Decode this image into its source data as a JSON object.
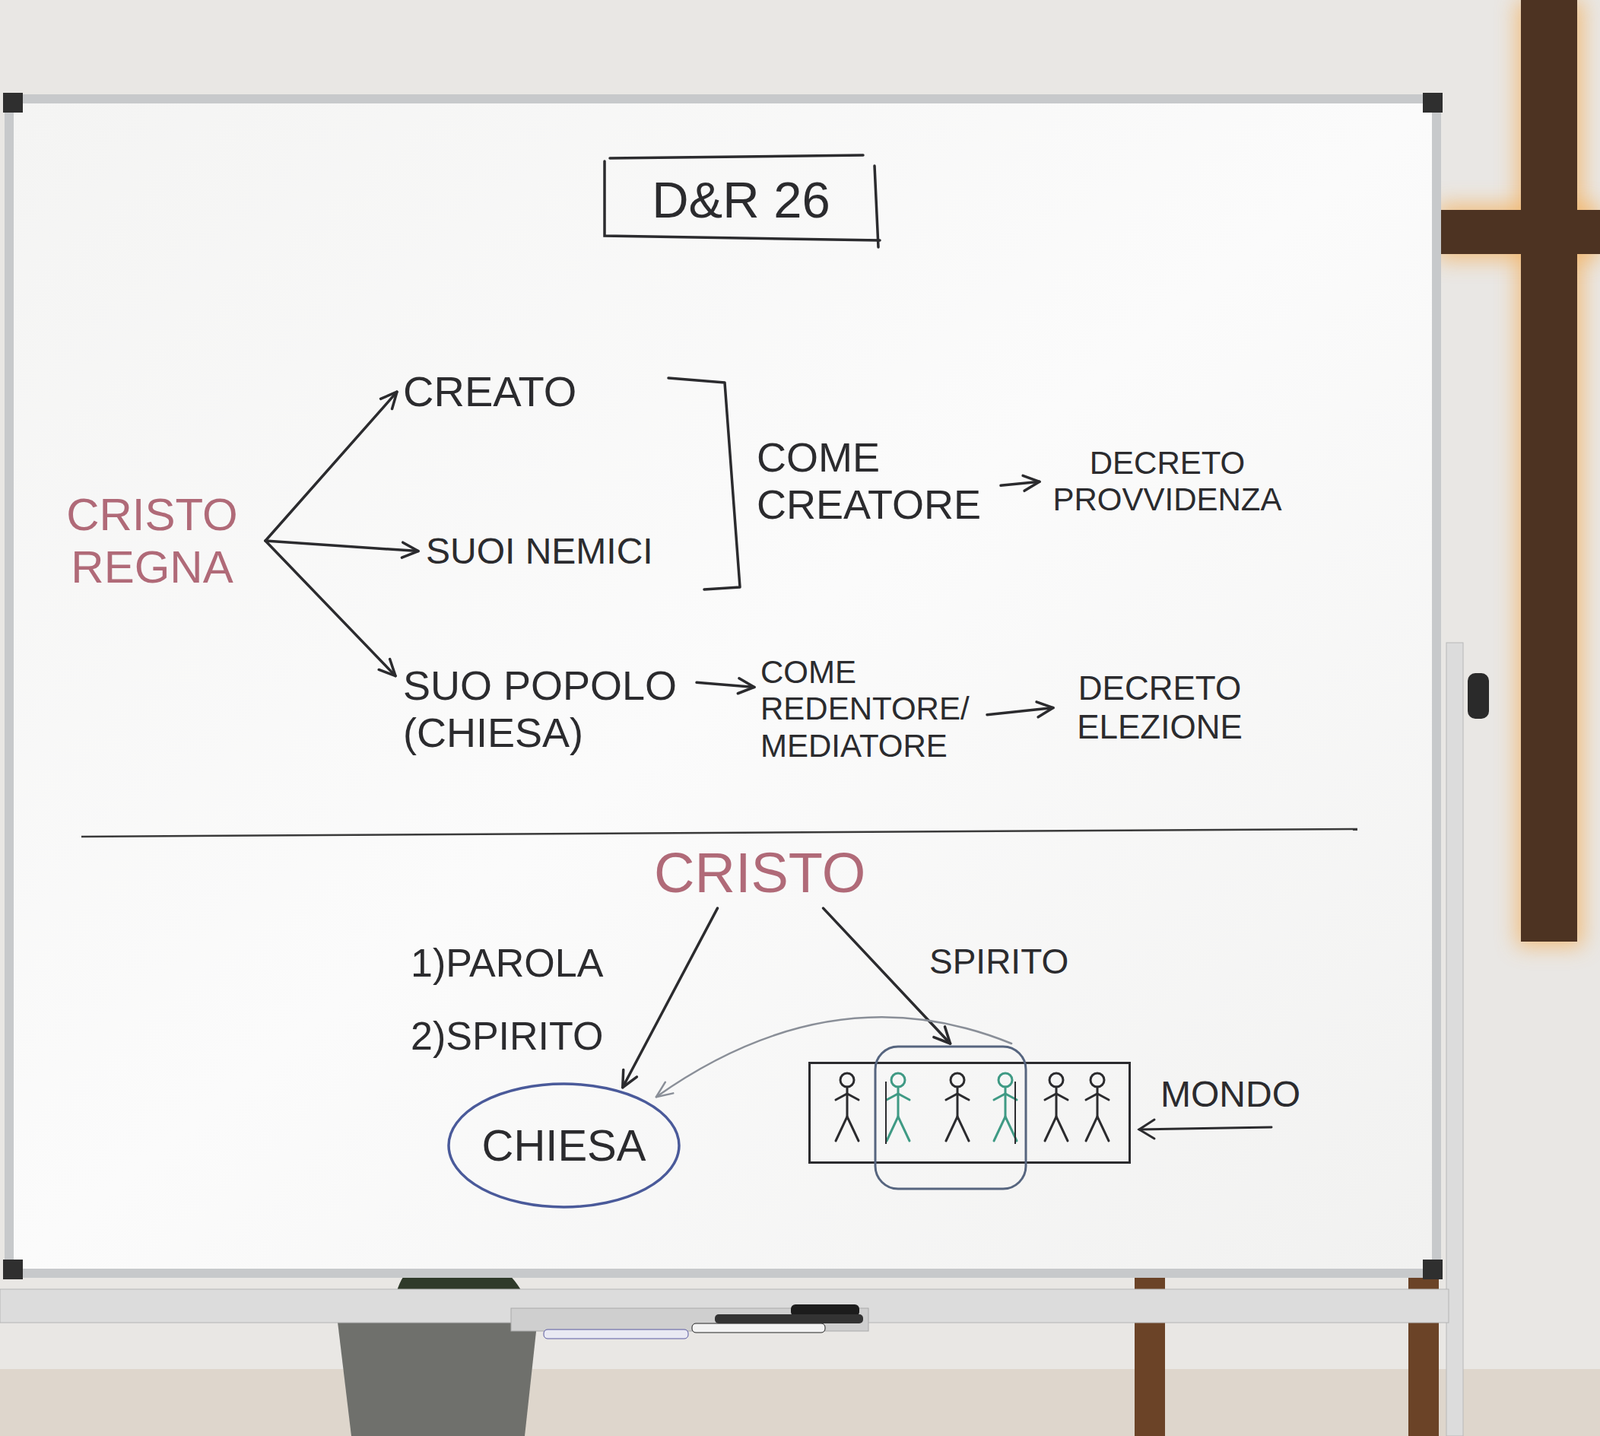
{
  "diagram": {
    "title": "D&R 26",
    "nodes": [
      {
        "text": [
          "CRISTO REGNA"
        ]
      },
      {
        "text": [
          "CREATO"
        ]
      },
      {
        "text": [
          "SUOI NEMICI"
        ]
      },
      {
        "text": [
          "SUO POPOLO (CHIESA)"
        ]
      },
      {
        "text": [
          "COME CREATORE"
        ]
      },
      {
        "text": [
          "DECRETO PROVVIDENZA"
        ]
      },
      {
        "text": [
          "COME REDENTORE/ MEDIATORE"
        ]
      },
      {
        "text": [
          "DECRETO ELEZIONE"
        ]
      },
      {
        "text": [
          "CRISTO"
        ]
      },
      {
        "text": [
          "CHIESA"
        ]
      },
      {
        "text": [
          "MONDO"
        ]
      }
    ],
    "edges": [
      {
        "from": 0,
        "to": 1,
        "arrow": "to"
      },
      {
        "from": 0,
        "to": 2,
        "arrow": "to"
      },
      {
        "from": 0,
        "to": 3,
        "arrow": "to"
      },
      {
        "from": 4,
        "to": 5,
        "arrow": "to"
      },
      {
        "from": 3,
        "to": 6,
        "arrow": "to"
      },
      {
        "from": 6,
        "to": 7,
        "arrow": "to"
      },
      {
        "from": 8,
        "to": 9,
        "label": "1)PAROLA 2)SPIRITO",
        "arrow": "to"
      },
      {
        "from": 8,
        "to": 10,
        "label": "SPIRITO",
        "arrow": "to"
      },
      {
        "from": 10,
        "to": 9,
        "arrow": "to"
      }
    ]
  }
}
